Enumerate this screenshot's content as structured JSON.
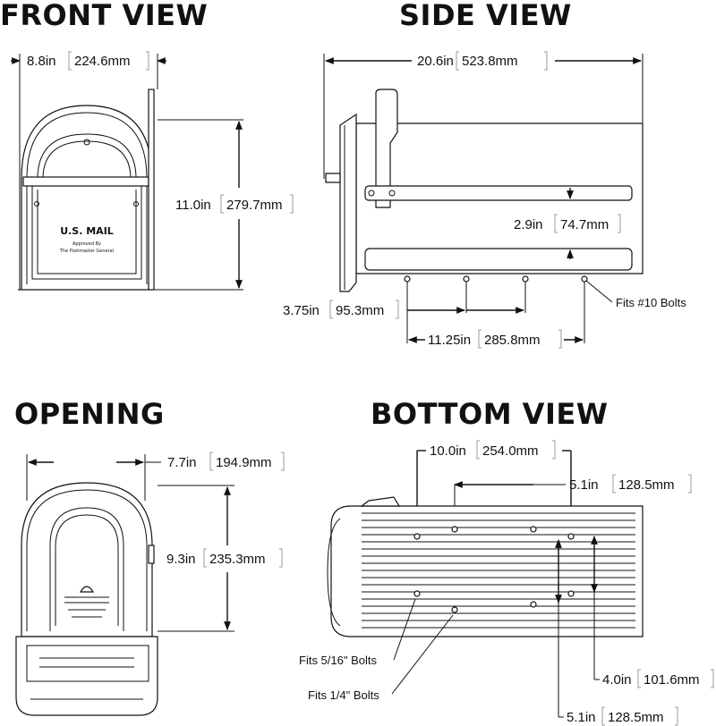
{
  "views": {
    "front": {
      "title": "FRONT VIEW",
      "width_in": "8.8in",
      "width_mm": "224.6mm",
      "height_in": "11.0in",
      "height_mm": "279.7mm",
      "door_text": "U.S. MAIL",
      "door_sub1": "Approved By",
      "door_sub2": "The Postmaster General"
    },
    "side": {
      "title": "SIDE VIEW",
      "length_in": "20.6in",
      "length_mm": "523.8mm",
      "slot_in": "2.9in",
      "slot_mm": "74.7mm",
      "hole_in": "3.75in",
      "hole_mm": "95.3mm",
      "span_in": "11.25in",
      "span_mm": "285.8mm",
      "bolt_note": "Fits #10 Bolts"
    },
    "opening": {
      "title": "OPENING",
      "width_in": "7.7in",
      "width_mm": "194.9mm",
      "height_in": "9.3in",
      "height_mm": "235.3mm"
    },
    "bottom": {
      "title": "BOTTOM VIEW",
      "span_in": "10.0in",
      "span_mm": "254.0mm",
      "offset_in": "5.1in",
      "offset_mm": "128.5mm",
      "width_in": "4.0in",
      "width_mm": "101.6mm",
      "offset2_in": "5.1in",
      "offset2_mm": "128.5mm",
      "bolt_note1": "Fits 5/16\" Bolts",
      "bolt_note2": "Fits 1/4\" Bolts"
    }
  }
}
